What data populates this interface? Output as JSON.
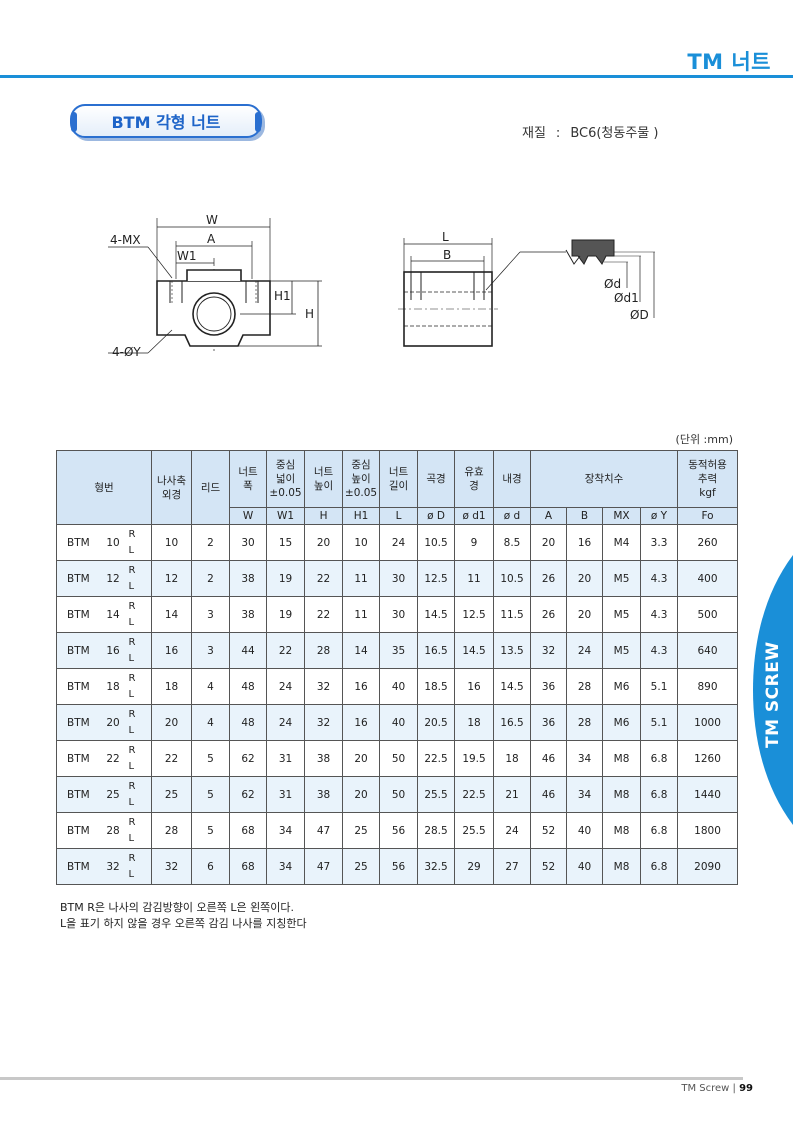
{
  "header": {
    "title": "TM 너트"
  },
  "section": {
    "title": "BTM 각형 너트"
  },
  "material": {
    "label": "재질",
    "value": "BC6(청동주물 )"
  },
  "diagram": {
    "front": {
      "W": "W",
      "A": "A",
      "W1": "W1",
      "MX": "4-MX",
      "Y": "4-ØY",
      "H1": "H1",
      "H": "H"
    },
    "side": {
      "L": "L",
      "B": "B"
    },
    "thread": {
      "d": "Ød",
      "d1": "Ød1",
      "D": "ØD"
    }
  },
  "table": {
    "unit": "(단위 :mm)",
    "headers": [
      {
        "top": "형번",
        "bottom": ""
      },
      {
        "top": "나사축\n외경",
        "bottom": ""
      },
      {
        "top": "리드",
        "bottom": ""
      },
      {
        "top": "너트\n폭",
        "bottom": "W"
      },
      {
        "top": "중심\n넓이\n±0.05",
        "bottom": "W1"
      },
      {
        "top": "너트\n높이",
        "bottom": "H"
      },
      {
        "top": "중심\n높이\n±0.05",
        "bottom": "H1"
      },
      {
        "top": "너트\n길이",
        "bottom": "L"
      },
      {
        "top": "곡경",
        "bottom": "ø D"
      },
      {
        "top": "유효\n경",
        "bottom": "ø d1"
      },
      {
        "top": "내경",
        "bottom": "ø d"
      },
      {
        "top": "장착치수",
        "sub": [
          "A",
          "B",
          "MX",
          "ø Y"
        ]
      },
      {
        "top": "동적허용\n추력\nkgf",
        "bottom": "Fo"
      }
    ],
    "rows": [
      {
        "model": "BTM",
        "size": "10",
        "r": "R",
        "l": "L",
        "od": "10",
        "lead": "2",
        "W": "30",
        "W1": "15",
        "H": "20",
        "H1": "10",
        "L": "24",
        "D": "10.5",
        "d1": "9",
        "d": "8.5",
        "A": "20",
        "B": "16",
        "MX": "M4",
        "Y": "3.3",
        "Fo": "260"
      },
      {
        "model": "BTM",
        "size": "12",
        "r": "R",
        "l": "L",
        "od": "12",
        "lead": "2",
        "W": "38",
        "W1": "19",
        "H": "22",
        "H1": "11",
        "L": "30",
        "D": "12.5",
        "d1": "11",
        "d": "10.5",
        "A": "26",
        "B": "20",
        "MX": "M5",
        "Y": "4.3",
        "Fo": "400"
      },
      {
        "model": "BTM",
        "size": "14",
        "r": "R",
        "l": "L",
        "od": "14",
        "lead": "3",
        "W": "38",
        "W1": "19",
        "H": "22",
        "H1": "11",
        "L": "30",
        "D": "14.5",
        "d1": "12.5",
        "d": "11.5",
        "A": "26",
        "B": "20",
        "MX": "M5",
        "Y": "4.3",
        "Fo": "500"
      },
      {
        "model": "BTM",
        "size": "16",
        "r": "R",
        "l": "L",
        "od": "16",
        "lead": "3",
        "W": "44",
        "W1": "22",
        "H": "28",
        "H1": "14",
        "L": "35",
        "D": "16.5",
        "d1": "14.5",
        "d": "13.5",
        "A": "32",
        "B": "24",
        "MX": "M5",
        "Y": "4.3",
        "Fo": "640"
      },
      {
        "model": "BTM",
        "size": "18",
        "r": "R",
        "l": "L",
        "od": "18",
        "lead": "4",
        "W": "48",
        "W1": "24",
        "H": "32",
        "H1": "16",
        "L": "40",
        "D": "18.5",
        "d1": "16",
        "d": "14.5",
        "A": "36",
        "B": "28",
        "MX": "M6",
        "Y": "5.1",
        "Fo": "890"
      },
      {
        "model": "BTM",
        "size": "20",
        "r": "R",
        "l": "L",
        "od": "20",
        "lead": "4",
        "W": "48",
        "W1": "24",
        "H": "32",
        "H1": "16",
        "L": "40",
        "D": "20.5",
        "d1": "18",
        "d": "16.5",
        "A": "36",
        "B": "28",
        "MX": "M6",
        "Y": "5.1",
        "Fo": "1000"
      },
      {
        "model": "BTM",
        "size": "22",
        "r": "R",
        "l": "L",
        "od": "22",
        "lead": "5",
        "W": "62",
        "W1": "31",
        "H": "38",
        "H1": "20",
        "L": "50",
        "D": "22.5",
        "d1": "19.5",
        "d": "18",
        "A": "46",
        "B": "34",
        "MX": "M8",
        "Y": "6.8",
        "Fo": "1260"
      },
      {
        "model": "BTM",
        "size": "25",
        "r": "R",
        "l": "L",
        "od": "25",
        "lead": "5",
        "W": "62",
        "W1": "31",
        "H": "38",
        "H1": "20",
        "L": "50",
        "D": "25.5",
        "d1": "22.5",
        "d": "21",
        "A": "46",
        "B": "34",
        "MX": "M8",
        "Y": "6.8",
        "Fo": "1440"
      },
      {
        "model": "BTM",
        "size": "28",
        "r": "R",
        "l": "L",
        "od": "28",
        "lead": "5",
        "W": "68",
        "W1": "34",
        "H": "47",
        "H1": "25",
        "L": "56",
        "D": "28.5",
        "d1": "25.5",
        "d": "24",
        "A": "52",
        "B": "40",
        "MX": "M8",
        "Y": "6.8",
        "Fo": "1800"
      },
      {
        "model": "BTM",
        "size": "32",
        "r": "R",
        "l": "L",
        "od": "32",
        "lead": "6",
        "W": "68",
        "W1": "34",
        "H": "47",
        "H1": "25",
        "L": "56",
        "D": "32.5",
        "d1": "29",
        "d": "27",
        "A": "52",
        "B": "40",
        "MX": "M8",
        "Y": "6.8",
        "Fo": "2090"
      }
    ]
  },
  "notes": [
    "BTM R은 나사의 감김방향이 오른쪽 L은 왼쪽이다.",
    "L을 표기 하지 않을 경우 오른쪽 감김 나사를 지칭한다"
  ],
  "side_tab": {
    "label": "TM SCREW"
  },
  "footer": {
    "label": "TM Screw",
    "page": "99"
  },
  "colors": {
    "accent": "#1a8fd8",
    "header_fill": "#d4e5f5",
    "row_alt": "#e9f3fb",
    "tab": "#1a8fd8"
  }
}
